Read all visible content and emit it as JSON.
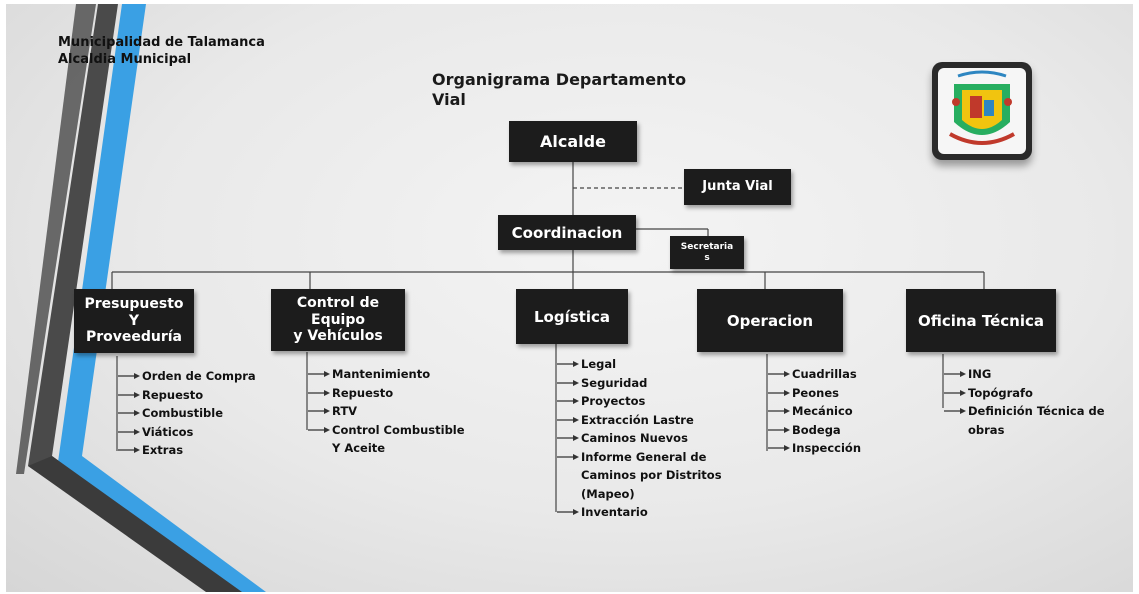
{
  "header": {
    "line1": "Municipalidad de Talamanca",
    "line2": "Alcaldia Municipal"
  },
  "title": {
    "line1": "Organigrama Departamento",
    "line2": "Vial"
  },
  "top_nodes": {
    "alcalde": "Alcalde",
    "junta_vial": "Junta Vial",
    "coordinacion": "Coordinacion",
    "secretarias": "Secretaria\ns"
  },
  "departments": [
    {
      "name": "Presupuesto\nY\nProveeduría",
      "items": [
        "Orden de Compra",
        "Repuesto",
        "Combustible",
        "Viáticos",
        "Extras"
      ]
    },
    {
      "name": "Control de Equipo\ny Vehículos",
      "items": [
        "Mantenimiento",
        "Repuesto",
        "RTV",
        "Control Combustible\nY Aceite"
      ]
    },
    {
      "name": "Logística",
      "items": [
        "Legal",
        "Seguridad",
        "Proyectos",
        "Extracción Lastre",
        "Caminos Nuevos",
        "Informe General de\nCaminos por Distritos\n(Mapeo)",
        "Inventario"
      ]
    },
    {
      "name": "Operacion",
      "items": [
        "Cuadrillas",
        "Peones",
        "Mecánico",
        "Bodega",
        "Inspección"
      ]
    },
    {
      "name": "Oficina Técnica",
      "items": [
        "ING",
        "Topógrafo",
        "Definición Técnica de\nobras"
      ]
    }
  ],
  "logo": {
    "name": "coat-of-arms-logo",
    "colors": [
      "#c0392b",
      "#f1c40f",
      "#27ae60",
      "#2a2a2a"
    ]
  },
  "colors": {
    "box": "#1c1c1c",
    "stripe_blue": "#3a9ee0",
    "stripe_dark": "#444444"
  }
}
